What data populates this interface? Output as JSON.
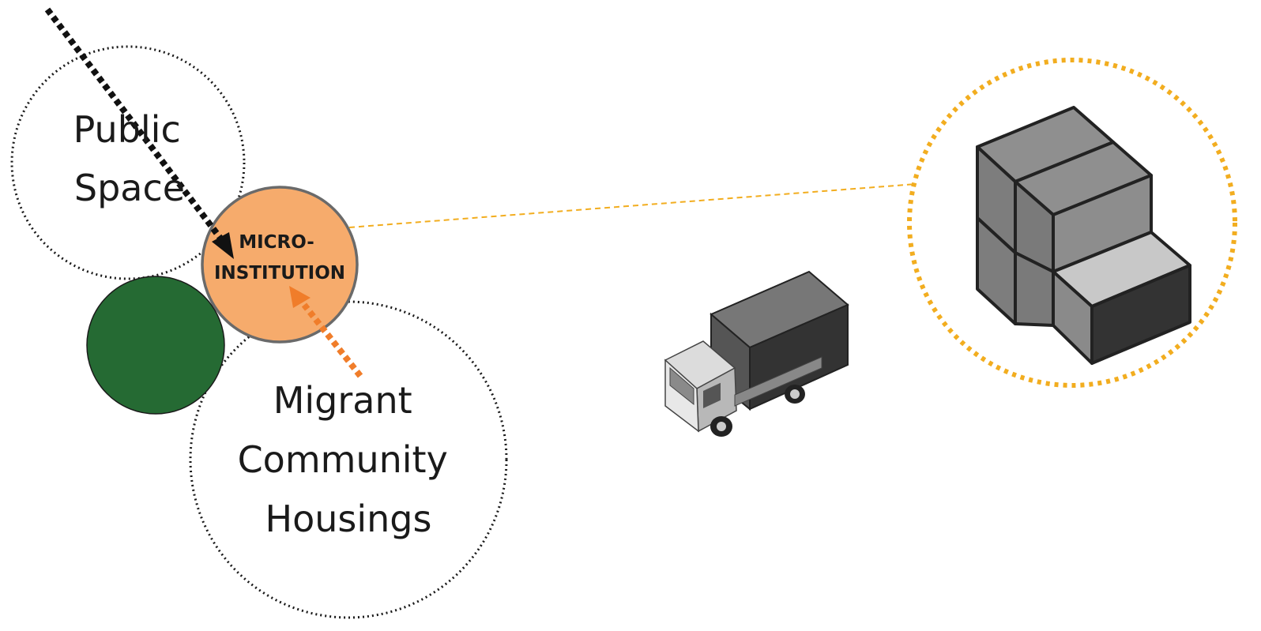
{
  "labels": {
    "public_space": [
      "Public",
      "Space"
    ],
    "micro_institution": [
      "MICRO-",
      "INSTITUTION"
    ],
    "migrant_housing": [
      "Migrant",
      "Community",
      "Housings"
    ]
  },
  "colors": {
    "micro_fill": "#f6ab6c",
    "micro_stroke": "#6a6a6a",
    "green_fill": "#256a33",
    "orange_arrow": "#f07d2a",
    "black_arrow": "#111111",
    "zoom_ring": "#f2ad1f",
    "cube_top": "#8f8f8f",
    "cube_side": "#8a8a8a",
    "cube_dark": "#333333",
    "cube_light_top": "#c8c8c8"
  },
  "icons": [
    "truck-icon",
    "stacked-boxes-icon"
  ]
}
